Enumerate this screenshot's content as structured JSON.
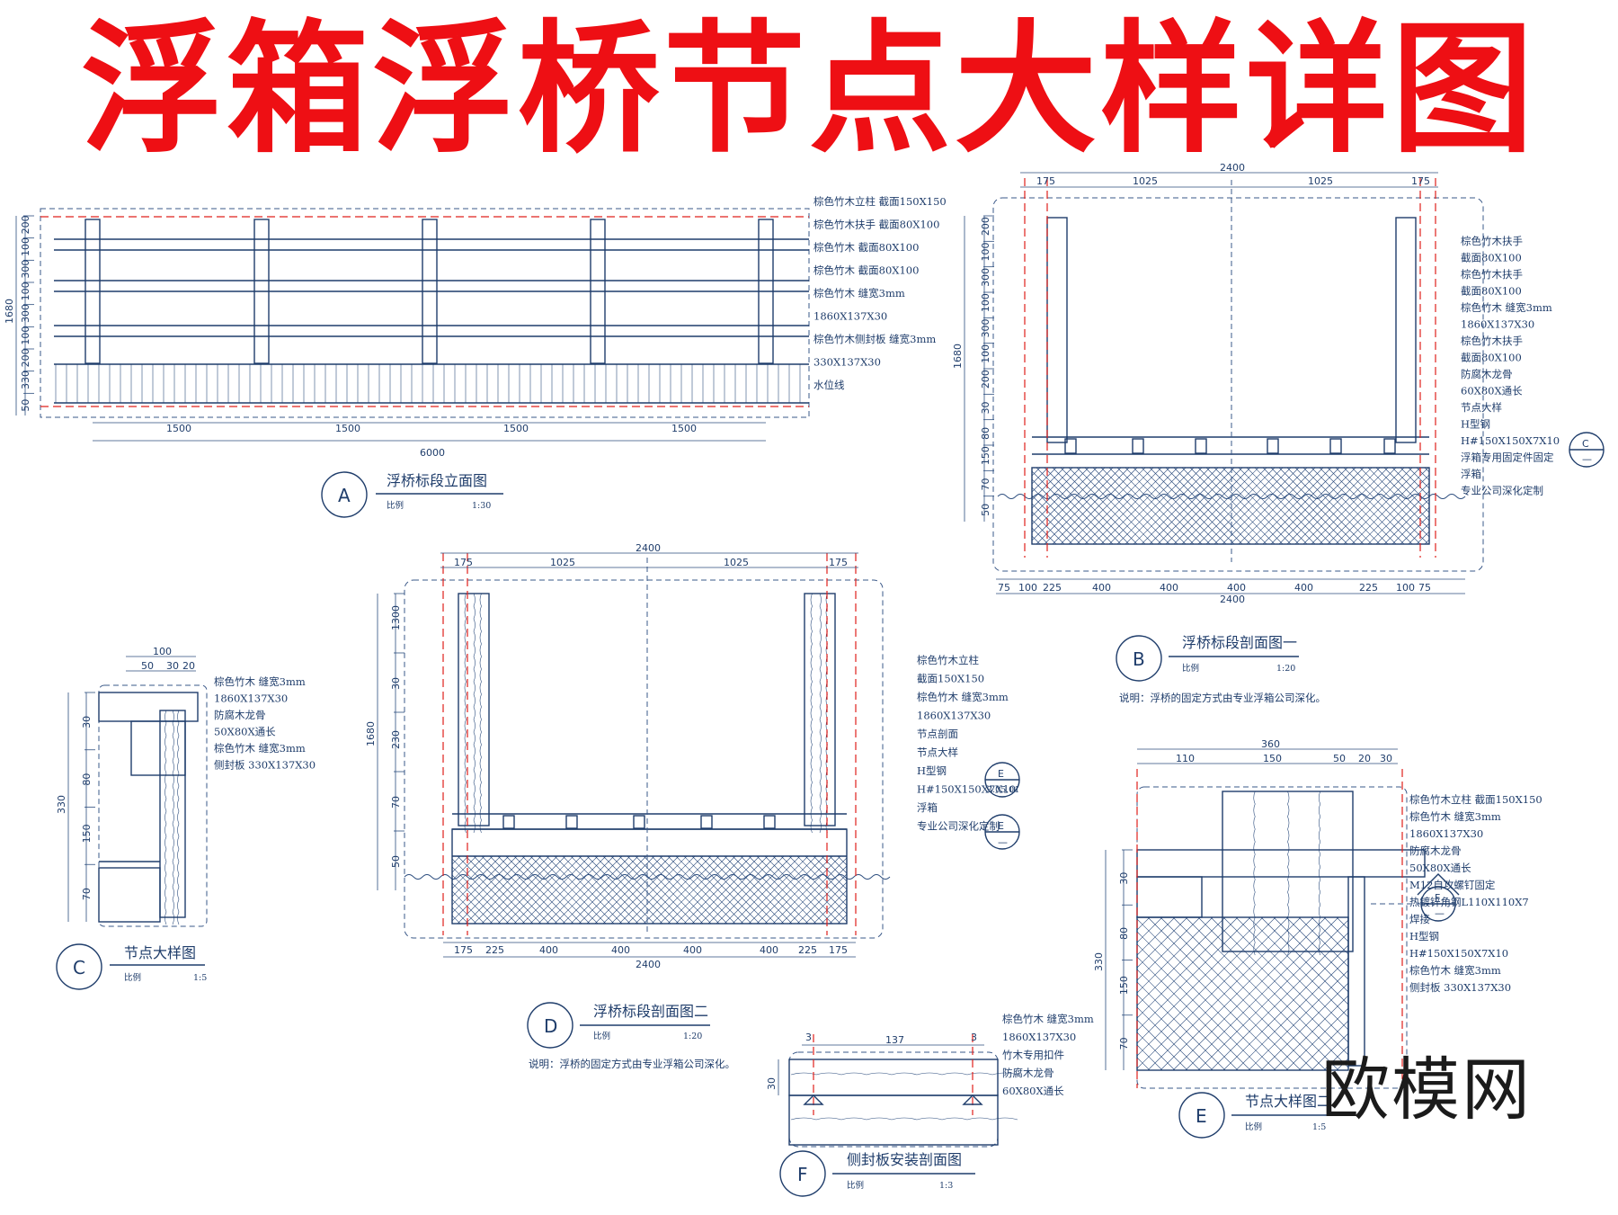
{
  "title": "浮箱浮桥节点大样详图",
  "watermark": "欧模网",
  "colors": {
    "title": "#ee0f14",
    "line": "#1f3d6b",
    "centerline": "#e0201c"
  },
  "viewA": {
    "label": "A",
    "name": "浮桥标段立面图",
    "scale_label": "比例",
    "scale": "1:30",
    "dims_bottom": [
      "1500",
      "1500",
      "1500",
      "1500"
    ],
    "total": "6000",
    "dims_left": [
      "200",
      "100",
      "300",
      "100",
      "300",
      "100",
      "200",
      "330",
      "50"
    ],
    "height": "1680",
    "notes": [
      "棕色竹木立柱  截面150X150",
      "棕色竹木扶手  截面80X100",
      "棕色竹木  截面80X100",
      "棕色竹木  截面80X100",
      "棕色竹木  缝宽3mm",
      "1860X137X30",
      "棕色竹木侧封板  缝宽3mm",
      "330X137X30",
      "水位线"
    ]
  },
  "viewB": {
    "label": "B",
    "name": "浮桥标段剖面图一",
    "scale_label": "比例",
    "scale": "1:20",
    "note": "说明：浮桥的固定方式由专业浮箱公司深化。",
    "dims_top": [
      "175",
      "1025",
      "1025",
      "175"
    ],
    "total_top": "2400",
    "dims_bottom": [
      "75",
      "100",
      "225",
      "400",
      "400",
      "400",
      "400",
      "225",
      "100",
      "75"
    ],
    "total_bottom": "2400",
    "dims_left": [
      "200",
      "100",
      "300",
      "100",
      "300",
      "100",
      "200",
      "30",
      "80",
      "150",
      "70",
      "50"
    ],
    "height": "1680",
    "notes": [
      "棕色竹木扶手",
      "截面80X100",
      "棕色竹木扶手",
      "截面80X100",
      "棕色竹木  缝宽3mm",
      "1860X137X30",
      "棕色竹木扶手",
      "截面80X100",
      "防腐木龙骨",
      "60X80X通长",
      "节点大样",
      "H型钢",
      "H#150X150X7X10",
      "浮箱专用固定件固定",
      "浮箱",
      "专业公司深化定制"
    ],
    "callout": {
      "letter": "C",
      "sub": "—"
    }
  },
  "viewC": {
    "label": "C",
    "name": "节点大样图",
    "scale_label": "比例",
    "scale": "1:5",
    "dims_top": [
      "50",
      "30",
      "20"
    ],
    "total_top": "100",
    "dims_left": [
      "30",
      "80",
      "150",
      "70"
    ],
    "height": "330",
    "notes": [
      "棕色竹木  缝宽3mm",
      "1860X137X30",
      "防腐木龙骨",
      "50X80X通长",
      "棕色竹木  缝宽3mm",
      "侧封板  330X137X30"
    ]
  },
  "viewD": {
    "label": "D",
    "name": "浮桥标段剖面图二",
    "scale_label": "比例",
    "scale": "1:20",
    "note": "说明：浮桥的固定方式由专业浮箱公司深化。",
    "dims_top": [
      "175",
      "1025",
      "1025",
      "175"
    ],
    "total_top": "2400",
    "dims_bottom": [
      "175",
      "225",
      "400",
      "400",
      "400",
      "400",
      "225",
      "175"
    ],
    "total_bottom": "2400",
    "dims_left": [
      "1300",
      "30",
      "230",
      "70",
      "50"
    ],
    "height": "1680",
    "notes": [
      "棕色竹木立柱",
      "截面150X150",
      "棕色竹木  缝宽3mm",
      "1860X137X30",
      "节点剖面",
      "节点大样",
      "H型钢",
      "H#150X150X7X10",
      "浮箱",
      "专业公司深化定制"
    ],
    "callouts": [
      {
        "letter": "E",
        "sub": "3.05.01"
      },
      {
        "letter": "E",
        "sub": "—"
      }
    ]
  },
  "viewE": {
    "label": "E",
    "name": "节点大样图二",
    "scale_label": "比例",
    "scale": "1:5",
    "dims_top": [
      "110",
      "150",
      "50",
      "20",
      "30"
    ],
    "total_top": "360",
    "dims_left": [
      "30",
      "80",
      "150",
      "70"
    ],
    "height": "330",
    "notes": [
      "棕色竹木立柱  截面150X150",
      "棕色竹木  缝宽3mm",
      "1860X137X30",
      "防腐木龙骨",
      "50X80X通长",
      "M12自攻螺钉固定",
      "热镀锌角钢L110X110X7",
      "焊接",
      "H型钢",
      "H#150X150X7X10",
      "棕色竹木  缝宽3mm",
      "侧封板  330X137X30"
    ],
    "callout": {
      "letter": "F",
      "sub": "—"
    }
  },
  "viewF": {
    "label": "F",
    "name": "侧封板安装剖面图",
    "scale_label": "比例",
    "scale": "1:3",
    "dims_top": [
      "3",
      "137",
      "3"
    ],
    "dim_left": "30",
    "notes": [
      "棕色竹木  缝宽3mm",
      "1860X137X30",
      "竹木专用扣件",
      "防腐木龙骨",
      "60X80X通长"
    ]
  }
}
